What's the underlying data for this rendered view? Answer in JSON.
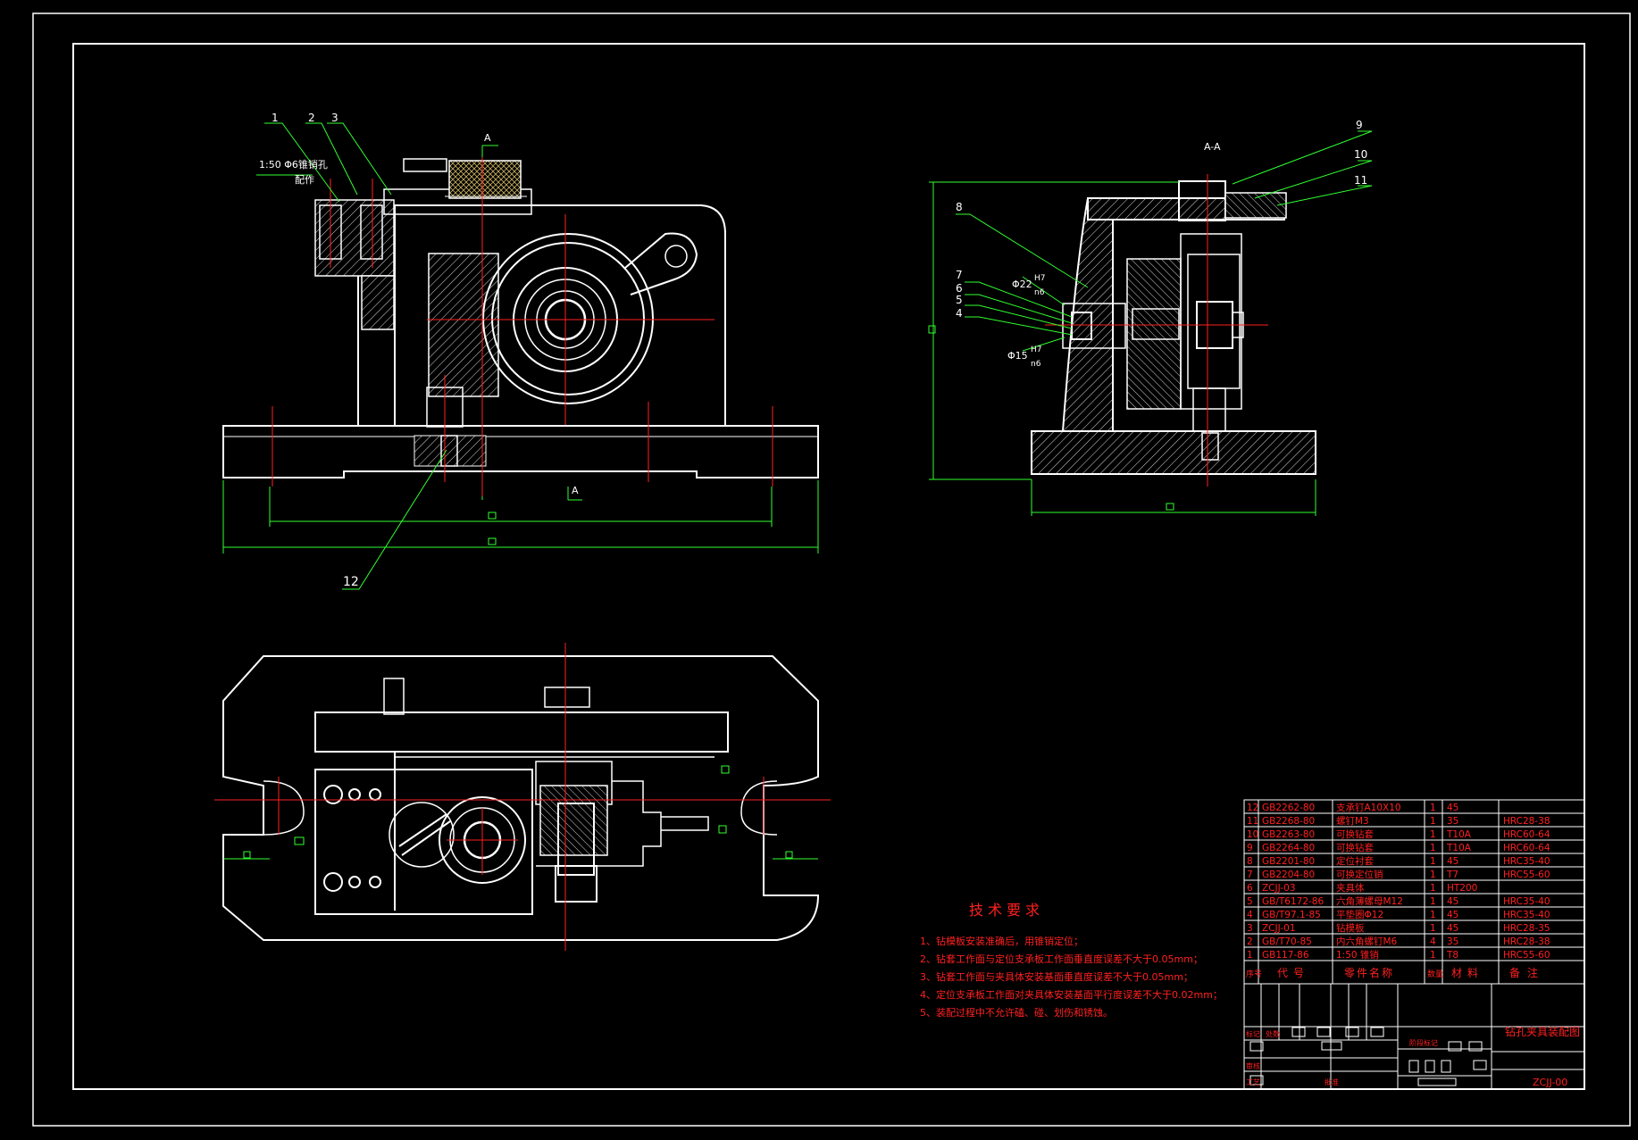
{
  "drawing": {
    "title_block_name": "钻孔夹具装配图",
    "drawing_number": "ZCJJ-00",
    "title_row1": "标记",
    "title_row1b": "处数",
    "title_row2": "审核",
    "title_row3": "工艺",
    "title_row3b": "批准",
    "title_stage": "阶段标记"
  },
  "views": {
    "section_label": "A-A",
    "cut_letter": "A",
    "pin_note_1": "1:50 Φ6锥销孔",
    "pin_note_2": "配作",
    "fit_22": "Φ22",
    "fit_22_num": "H7",
    "fit_22_den": "n6",
    "fit_15": "Φ15",
    "fit_15_num": "H7",
    "fit_15_den": "n6"
  },
  "balloons": {
    "b1": "1",
    "b2": "2",
    "b3": "3",
    "b4": "4",
    "b5": "5",
    "b6": "6",
    "b7": "7",
    "b8": "8",
    "b9": "9",
    "b10": "10",
    "b11": "11",
    "b12": "12"
  },
  "tech": {
    "heading": "技术要求",
    "l1": "1、钻模板安装准确后，用锥销定位；",
    "l2": "2、钻套工作面与定位支承板工作面垂直度误差不大于0.05mm；",
    "l3": "3、钻套工作面与夹具体安装基面垂直度误差不大于0.05mm；",
    "l4": "4、定位支承板工作面对夹具体安装基面平行度误差不大于0.02mm；",
    "l5": "5、装配过程中不允许磕、碰、划伤和锈蚀。"
  },
  "bom": {
    "headers": {
      "no": "序号",
      "code": "代号",
      "name": "零件名称",
      "qty": "数量",
      "mat": "材料",
      "note": "备注"
    },
    "rows": [
      {
        "no": "12",
        "code": "GB2262-80",
        "name": "支承钉A10X10",
        "qty": "1",
        "mat": "45",
        "note": ""
      },
      {
        "no": "11",
        "code": "GB2268-80",
        "name": "螺钉M3",
        "qty": "1",
        "mat": "35",
        "note": "HRC28-38"
      },
      {
        "no": "10",
        "code": "GB2263-80",
        "name": "可换钻套",
        "qty": "1",
        "mat": "T10A",
        "note": "HRC60-64"
      },
      {
        "no": "9",
        "code": "GB2264-80",
        "name": "可换钻套",
        "qty": "1",
        "mat": "T10A",
        "note": "HRC60-64"
      },
      {
        "no": "8",
        "code": "GB2201-80",
        "name": "定位衬套",
        "qty": "1",
        "mat": "45",
        "note": "HRC35-40"
      },
      {
        "no": "7",
        "code": "GB2204-80",
        "name": "可换定位销",
        "qty": "1",
        "mat": "T7",
        "note": "HRC55-60"
      },
      {
        "no": "6",
        "code": "ZCJJ-03",
        "name": "夹具体",
        "qty": "1",
        "mat": "HT200",
        "note": ""
      },
      {
        "no": "5",
        "code": "GB/T6172-86",
        "name": "六角薄螺母M12",
        "qty": "1",
        "mat": "45",
        "note": "HRC35-40"
      },
      {
        "no": "4",
        "code": "GB/T97.1-85",
        "name": "平垫圈Φ12",
        "qty": "1",
        "mat": "45",
        "note": "HRC35-40"
      },
      {
        "no": "3",
        "code": "ZCJJ-01",
        "name": "钻模板",
        "qty": "1",
        "mat": "45",
        "note": "HRC28-35"
      },
      {
        "no": "2",
        "code": "GB/T70-85",
        "name": "内六角螺钉M6",
        "qty": "4",
        "mat": "35",
        "note": "HRC28-38"
      },
      {
        "no": "1",
        "code": "GB117-86",
        "name": "1:50 锥销",
        "qty": "1",
        "mat": "T8",
        "note": "HRC55-60"
      }
    ]
  }
}
